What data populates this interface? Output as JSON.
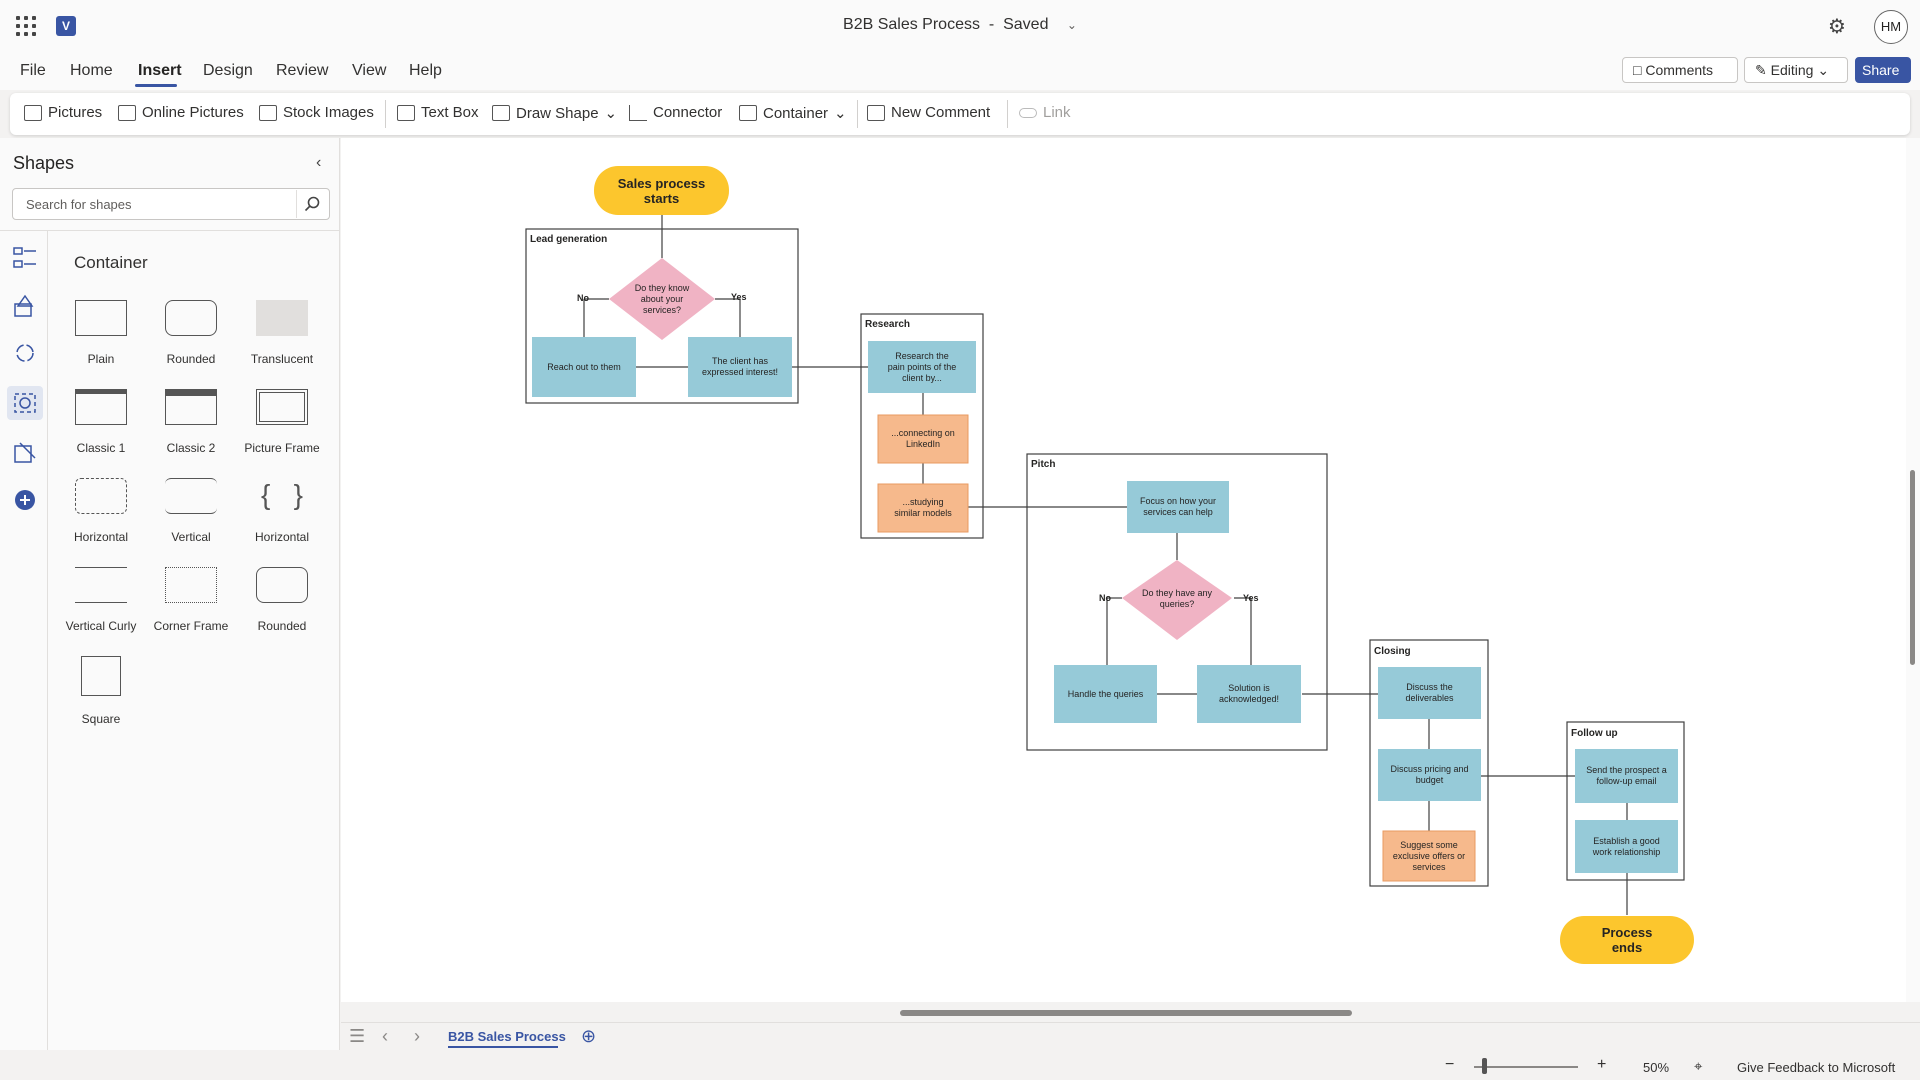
{
  "titlebar": {
    "app_icon": "visio-logo-icon",
    "doc_title": "B2B Sales Process",
    "status": "Saved",
    "avatar": "HM"
  },
  "menu": {
    "tabs": [
      "File",
      "Home",
      "Insert",
      "Design",
      "Review",
      "View",
      "Help"
    ],
    "active": "Insert",
    "comments": "Comments",
    "editing": "Editing",
    "share": "Share"
  },
  "ribbon": {
    "pictures": "Pictures",
    "online_pictures": "Online Pictures",
    "stock_images": "Stock Images",
    "text_box": "Text Box",
    "draw_shape": "Draw Shape",
    "connector": "Connector",
    "container": "Container",
    "new_comment": "New Comment",
    "link": "Link"
  },
  "shapes_pane": {
    "title": "Shapes",
    "search_placeholder": "Search for shapes",
    "stencil": "Container",
    "tiles": [
      "Plain",
      "Rounded",
      "Translucent",
      "Classic 1",
      "Classic 2",
      "Picture Frame",
      "Horizontal",
      "Vertical",
      "Horizontal",
      "Vertical Curly",
      "Corner Frame",
      "Rounded",
      "Square"
    ]
  },
  "diagram": {
    "start": "Sales process starts",
    "end": "Process ends",
    "containers": {
      "lead_generation": "Lead generation",
      "research": "Research",
      "pitch": "Pitch",
      "closing": "Closing",
      "follow_up": "Follow up"
    },
    "decision_1": "Do they know about your services?",
    "decision_2": "Do they have any queries?",
    "no": "No",
    "yes": "Yes",
    "reach_out": "Reach out to them",
    "client_interest": "The client has expressed interest!",
    "research_pain": "Research the pain points of the client by...",
    "linkedin": "...connecting on LinkedIn",
    "similar_models": "...studying similar models",
    "focus": "Focus on how your services can help",
    "handle_queries": "Handle the queries",
    "solution_ack": "Solution is acknowledged!",
    "deliverables": "Discuss the deliverables",
    "pricing": "Discuss pricing and budget",
    "offers": "Suggest some exclusive offers or services",
    "follow_email": "Send the prospect a follow-up email",
    "relationship": "Establish a good work relationship",
    "colors": {
      "terminal": "#fcc62d",
      "process": "#96cad8",
      "decision": "#f0b3c4",
      "sub": "#f6b98c"
    }
  },
  "sheets": {
    "active": "B2B Sales Process"
  },
  "status": {
    "zoom": "50%",
    "feedback": "Give Feedback to Microsoft"
  }
}
